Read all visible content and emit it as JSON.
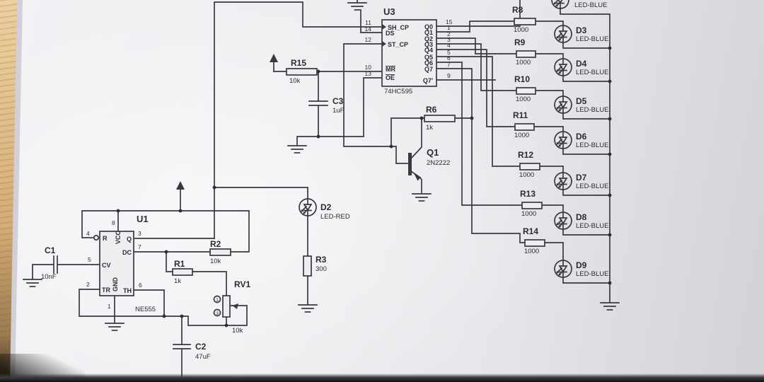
{
  "scene": {
    "surface": "wooden-desk",
    "media": "printed schematic on white paper"
  },
  "colors": {
    "ink": "#3a3940",
    "paper": "#efeef1",
    "wood": "#d9b181",
    "desk_shadow": "#141316"
  },
  "u3": {
    "ref": "U3",
    "part": "74HC595",
    "left_pins": [
      {
        "num": "11",
        "label": "SH_CP"
      },
      {
        "num": "14",
        "label": "DS"
      },
      {
        "num": "12",
        "label": "ST_CP"
      },
      {
        "num": "10",
        "label": "MR"
      },
      {
        "num": "13",
        "label": "OE"
      }
    ],
    "right_pins": [
      {
        "num": "15",
        "label": "Q0"
      },
      {
        "num": "1",
        "label": "Q1"
      },
      {
        "num": "2",
        "label": "Q2"
      },
      {
        "num": "3",
        "label": "Q3"
      },
      {
        "num": "4",
        "label": "Q4"
      },
      {
        "num": "5",
        "label": "Q5"
      },
      {
        "num": "6",
        "label": "Q6"
      },
      {
        "num": "7",
        "label": "Q7"
      },
      {
        "num": "9",
        "label": "Q7'"
      }
    ]
  },
  "u1": {
    "ref": "U1",
    "part": "NE555",
    "pins": {
      "r": "R",
      "vcc": "VCC",
      "q": "Q",
      "dc": "DC",
      "cv": "CV",
      "tr": "TR",
      "gnd": "GND",
      "th": "TH"
    },
    "nums": {
      "p4": "4",
      "p8": "8",
      "p3": "3",
      "p7": "7",
      "p5": "5",
      "p2": "2",
      "p6": "6",
      "p1": "1"
    }
  },
  "resistors": {
    "r1": {
      "ref": "R1",
      "value": "1k"
    },
    "r2": {
      "ref": "R2",
      "value": "10k"
    },
    "r3": {
      "ref": "R3",
      "value": "300"
    },
    "r6": {
      "ref": "R6",
      "value": "1k"
    },
    "r8": {
      "ref": "R8",
      "value": "1000"
    },
    "r9": {
      "ref": "R9",
      "value": "1000"
    },
    "r10": {
      "ref": "R10",
      "value": "1000"
    },
    "r11": {
      "ref": "R11",
      "value": "1000"
    },
    "r12": {
      "ref": "R12",
      "value": "1000"
    },
    "r13": {
      "ref": "R13",
      "value": "1000"
    },
    "r14": {
      "ref": "R14",
      "value": "1000"
    },
    "r15": {
      "ref": "R15",
      "value": "10k"
    }
  },
  "capacitors": {
    "c1": {
      "ref": "C1",
      "value": "10nF"
    },
    "c2": {
      "ref": "C2",
      "value": "47uF"
    },
    "c3": {
      "ref": "C3",
      "value": "1uF"
    }
  },
  "leds": {
    "top": {
      "type": "LED-BLUE"
    },
    "d2": {
      "ref": "D2",
      "type": "LED-RED"
    },
    "d3": {
      "ref": "D3",
      "type": "LED-BLUE"
    },
    "d4": {
      "ref": "D4",
      "type": "LED-BLUE"
    },
    "d5": {
      "ref": "D5",
      "type": "LED-BLUE"
    },
    "d6": {
      "ref": "D6",
      "type": "LED-BLUE"
    },
    "d7": {
      "ref": "D7",
      "type": "LED-BLUE"
    },
    "d8": {
      "ref": "D8",
      "type": "LED-BLUE"
    },
    "d9": {
      "ref": "D9",
      "type": "LED-BLUE"
    }
  },
  "transistors": {
    "q1": {
      "ref": "Q1",
      "part": "2N2222"
    }
  },
  "potentiometer": {
    "ref": "RV1",
    "value": "10k",
    "pin_top": "1",
    "pin_bottom": "3"
  }
}
